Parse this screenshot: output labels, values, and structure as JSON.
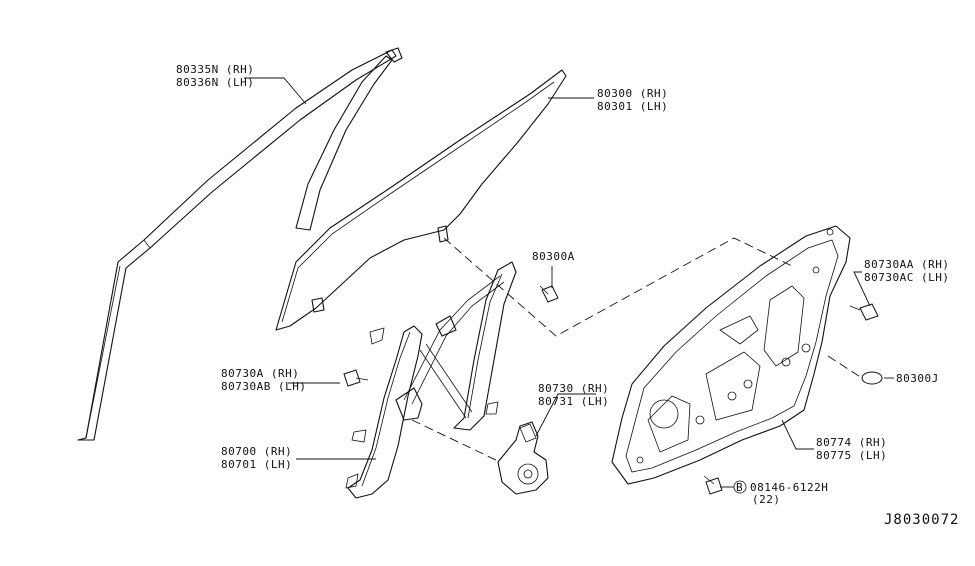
{
  "labels": {
    "weatherstrip": [
      "80335N (RH)",
      "80336N (LH)"
    ],
    "glass": [
      "80300 (RH)",
      "80301 (LH)"
    ],
    "glass_bolt": "80300A",
    "bolt_aa": [
      "80730AA (RH)",
      "80730AC (LH)"
    ],
    "plug": "80300J",
    "bolt_a": [
      "80730A  (RH)",
      "80730AB (LH)"
    ],
    "motor": [
      "80730 (RH)",
      "80731 (LH)"
    ],
    "regulator": [
      "80700 (RH)",
      "80701 (LH)"
    ],
    "module_panel": [
      "80774 (RH)",
      "80775 (LH)"
    ],
    "circle_b": "B",
    "bolt_b": [
      "08146-6122H",
      "(22)"
    ]
  },
  "diagram_ref": "J8030072"
}
